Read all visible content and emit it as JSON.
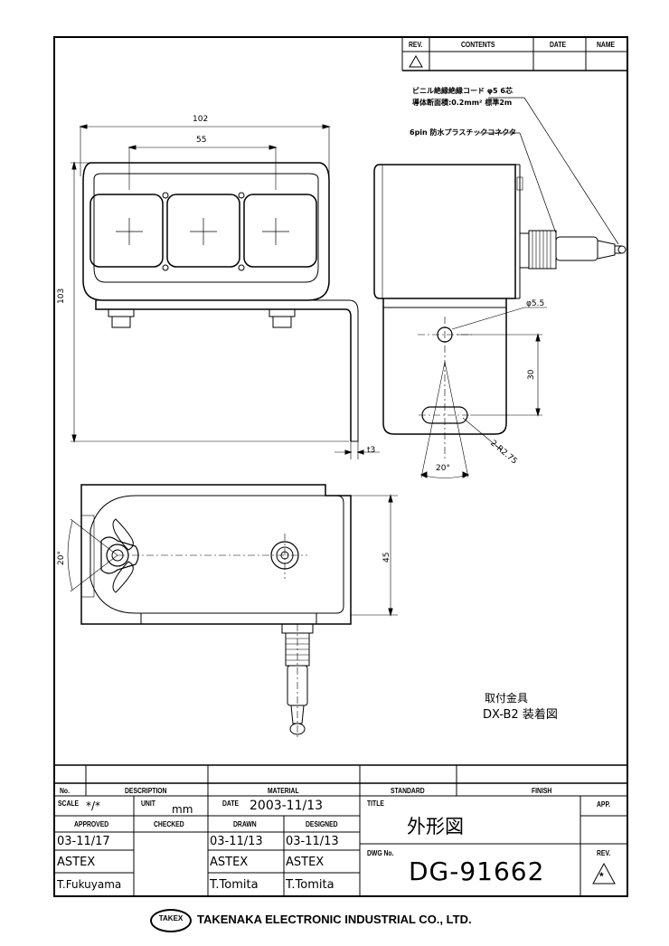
{
  "revision_table": {
    "headers": [
      "REV.",
      "CONTENTS",
      "DATE",
      "NAME"
    ]
  },
  "dimensions": {
    "width_overall": "102",
    "lens_pitch": "55",
    "height_overall": "103",
    "hole_dia": "φ5.5",
    "slot_offset": "30",
    "slot_angle": "20°",
    "slot_radius": "2-R2.75",
    "thickness": "t3",
    "width_bottom": "45",
    "angle_bottom": "20°"
  },
  "notes": {
    "cable": "ビニル絶縁絶縁コード φ5 6芯",
    "cable_detail": "導体断面積:0.2mm² 標準2m",
    "connector": "6pin 防水プラスチックコネクタ"
  },
  "caption": {
    "line1": "取付金具",
    "line2": "DX-B2 装着図"
  },
  "title_block": {
    "row1": [
      "No.",
      "DESCRIPTION",
      "MATERIAL",
      "STANDARD",
      "FINISH"
    ],
    "scale_label": "SCALE",
    "scale_value": "*/*",
    "unit_label": "UNIT",
    "unit_value": "mm",
    "date_label": "DATE",
    "date_value": "2003-11/13",
    "title_label": "TITLE",
    "app_label": "APP.",
    "approved_label": "APPROVED",
    "checked_label": "CHECKED",
    "drawn_label": "DRAWN",
    "designed_label": "DESIGNED",
    "approved_date": "03-11/17",
    "approved_company": "ASTEX",
    "approved_name": "T.Fukuyama",
    "drawn_date": "03-11/13",
    "drawn_company": "ASTEX",
    "drawn_name": "T.Tomita",
    "designed_date": "03-11/13",
    "designed_company": "ASTEX",
    "designed_name": "T.Tomita",
    "title_value": "外形図",
    "dwg_label": "DWG No.",
    "dwg_value": "DG-91662",
    "rev_label": "REV."
  },
  "footer": {
    "logo": "TAKEX",
    "company": "TAKENAKA ELECTRONIC INDUSTRIAL CO., LTD."
  }
}
